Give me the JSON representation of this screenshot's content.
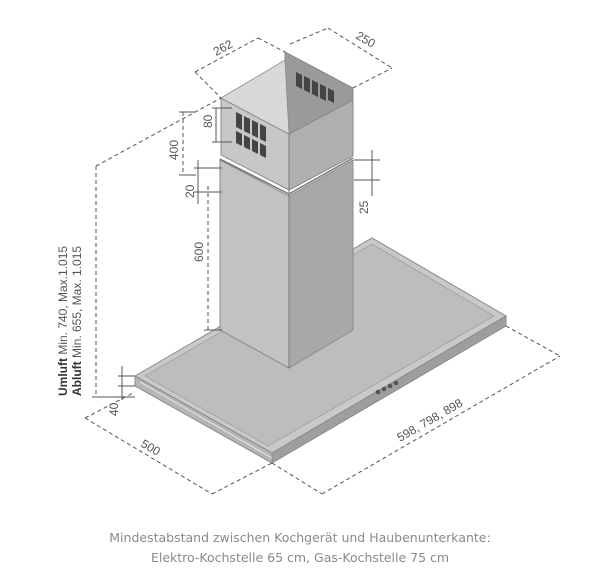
{
  "labels": {
    "chimney_depth": "262",
    "chimney_width": "250",
    "vent_height": "80",
    "upper_range": "400",
    "gap": "20",
    "offset": "25",
    "lower_chimney": "600",
    "hood_thickness": "40",
    "hood_depth": "500",
    "hood_widths": "598, 798, 898",
    "height_umluft_bold": "Umluft",
    "height_umluft_range": " Min. 740, Max.1.015",
    "height_abluft_bold": "Abluft",
    "height_abluft_range": " Min. 655, Max. 1.015"
  },
  "caption": {
    "line1": "Mindestabstand zwischen Kochgerät und Haubenunterkante:",
    "line2": "Elektro-Kochstelle 65 cm, Gas-Kochstelle 75 cm"
  },
  "colors": {
    "steel_front": "#c4c4c4",
    "steel_side": "#a9a9a9",
    "steel_top": "#d4d4d4",
    "edge": "#888888",
    "line": "#555555"
  }
}
